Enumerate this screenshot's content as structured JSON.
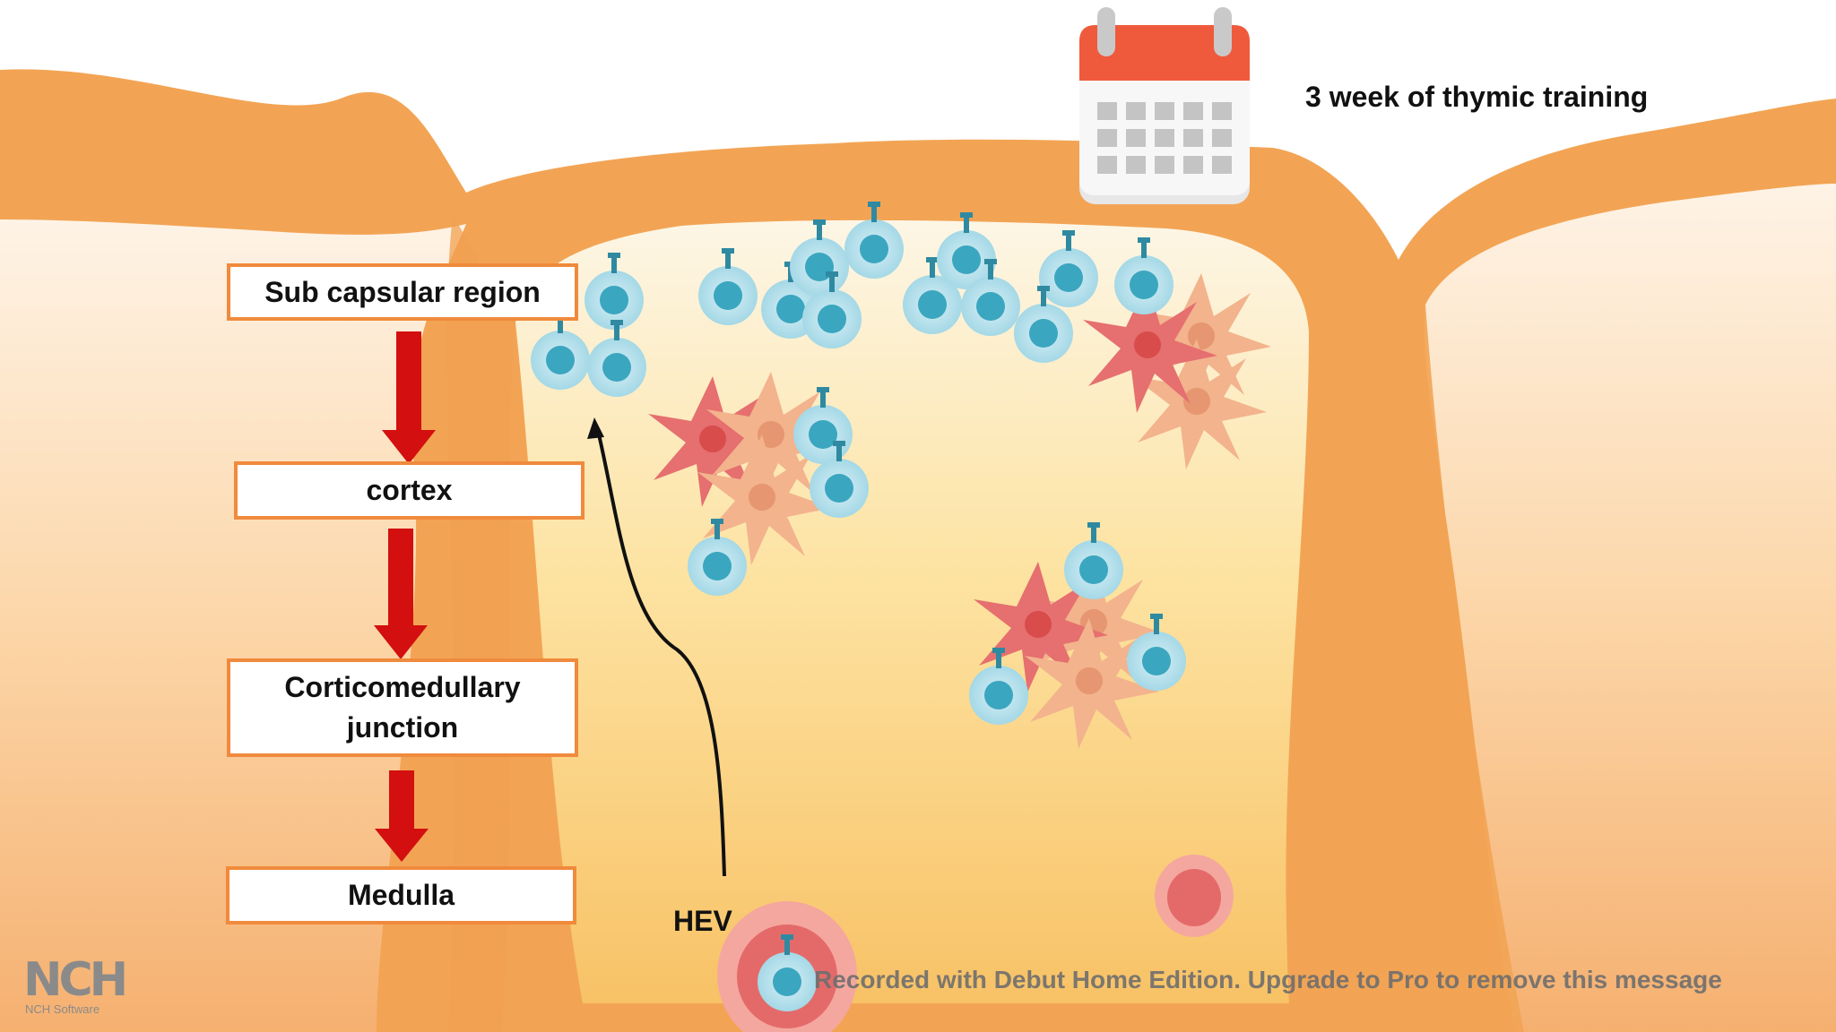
{
  "title": "3 week of thymic training",
  "stages": [
    {
      "label": "Sub capsular region"
    },
    {
      "label": "cortex"
    },
    {
      "label": "Corticomedullary junction"
    },
    {
      "label": "Medulla"
    }
  ],
  "hev_label": "HEV",
  "watermark": "Recorded with Debut Home Edition. Upgrade to Pro to remove this message",
  "logo": {
    "mark": "NCH",
    "caption": "NCH Software"
  },
  "icons": {
    "calendar": "calendar-icon",
    "t_cell": "t-cell-icon",
    "dendritic_cell": "dendritic-cell-icon",
    "blood_vessel": "blood-vessel-icon"
  },
  "colors": {
    "tissue": "#f2a656",
    "tissue_light": "#fcdcae",
    "stage_border": "#f08a3c",
    "flow_arrow": "#d30f0f",
    "t_cell": "#a9dbe8",
    "t_cell_nucleus": "#3aa5bd",
    "dendritic_red": "#e66f6f",
    "dendritic_peach": "#f2b08a",
    "calendar_top": "#f05a3c"
  }
}
